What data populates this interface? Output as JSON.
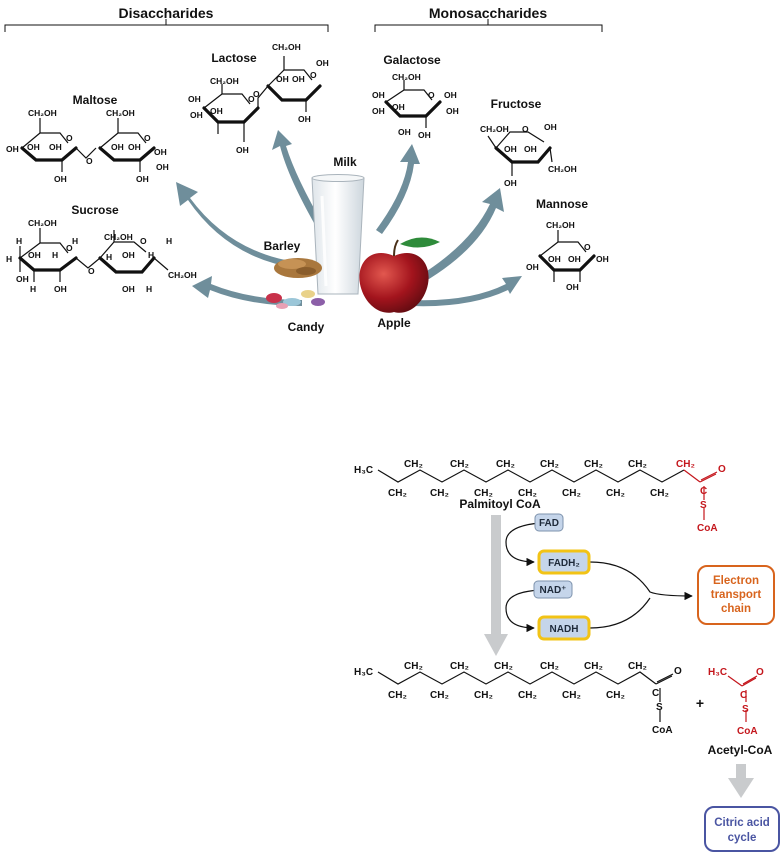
{
  "top_panel": {
    "headers": {
      "disaccharides": "Disaccharides",
      "monosaccharides": "Monosaccharides"
    },
    "sugars": {
      "maltose": "Maltose",
      "sucrose": "Sucrose",
      "lactose": "Lactose",
      "galactose": "Galactose",
      "fructose": "Fructose",
      "mannose": "Mannose"
    },
    "foods": {
      "milk": "Milk",
      "barley": "Barley",
      "candy": "Candy",
      "apple": "Apple"
    },
    "groups": {
      "ch2oh": "CH₂OH",
      "oh": "OH",
      "h": "H",
      "o": "O"
    }
  },
  "bottom_panel": {
    "substrate": "Palmitoyl CoA",
    "chain_labels": {
      "h3c": "H₃C",
      "ch2": "CH₂",
      "c": "C",
      "o": "O",
      "s": "S",
      "coa": "CoA"
    },
    "cofactors": {
      "fad": "FAD",
      "fadh2": "FADH₂",
      "nad": "NAD⁺",
      "nadh": "NADH"
    },
    "plus": "+",
    "product": "Acetyl-CoA",
    "destinations": {
      "etc_line1": "Electron",
      "etc_line2": "transport",
      "etc_line3": "chain",
      "tca_line1": "Citric acid",
      "tca_line2": "cycle"
    },
    "colors": {
      "arrow_teal": "#6f8e9b",
      "highlight_red": "#c4161c",
      "pill_blue": "#c5d5ea",
      "pill_yellow_border": "#f2c316",
      "etc_orange": "#d8641d",
      "tca_blue": "#4a55a2"
    }
  }
}
